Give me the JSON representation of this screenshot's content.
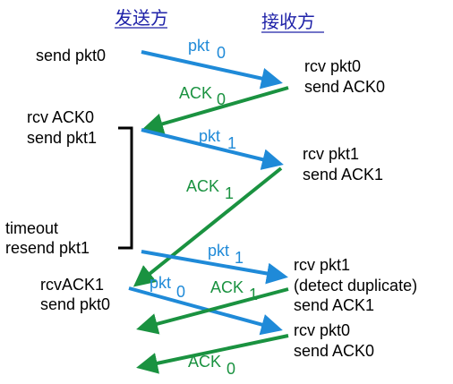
{
  "header": {
    "sender_label": "发送方",
    "receiver_label": "接收方"
  },
  "sender_events": {
    "e1": "send pkt0",
    "e2_line1": "rcv ACK0",
    "e2_line2": "send pkt1",
    "e3_line1": "timeout",
    "e3_line2": "resend pkt1",
    "e4_line1": "rcvACK1",
    "e4_line2": "send pkt0"
  },
  "receiver_events": {
    "r1_line1": "rcv pkt0",
    "r1_line2": "send ACK0",
    "r2_line1": "rcv pkt1",
    "r2_line2": "send ACK1",
    "r3_line1": "rcv pkt1",
    "r3_line2": "(detect duplicate)",
    "r3_line3": "send ACK1",
    "r4_line1": "rcv pkt0",
    "r4_line2": "send ACK0"
  },
  "messages": {
    "m1_base": "pkt",
    "m1_sub": "0",
    "m2_base": "ACK",
    "m2_sub": "0",
    "m3_base": "pkt",
    "m3_sub": "1",
    "m4_base": "ACK",
    "m4_sub": "1",
    "m5_base": "pkt",
    "m5_sub": "1",
    "m6_base": "pkt",
    "m6_sub": "0",
    "m7_base": "ACK",
    "m7_sub": "1",
    "m8_base": "ACK",
    "m8_sub": "0"
  },
  "colors": {
    "pkt_arrow": "#1f8ad8",
    "ack_arrow": "#1a9240",
    "header_text": "#1f22a8",
    "timer_bracket": "#000000"
  }
}
